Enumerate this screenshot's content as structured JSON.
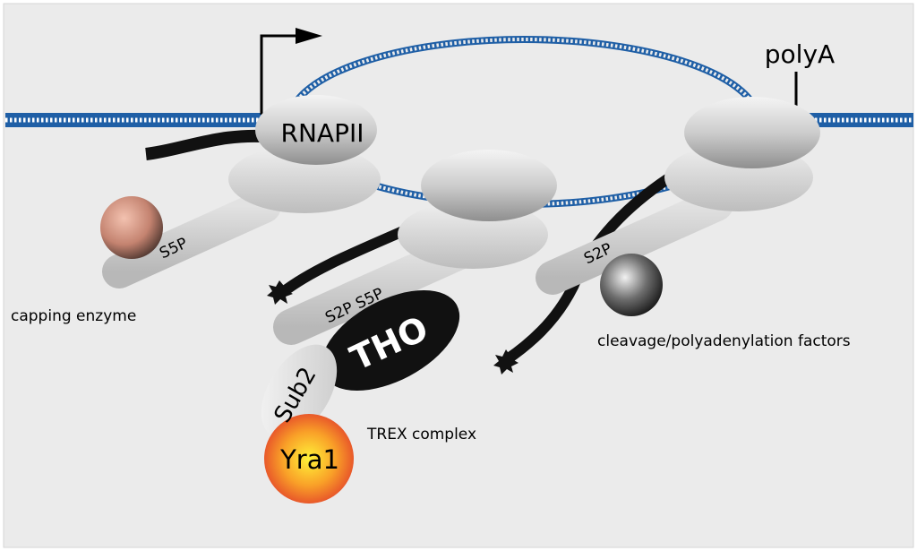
{
  "labels": {
    "rnapii": "RNAPII",
    "polya": "polyA",
    "s5p_first": "S5P",
    "capping_enzyme": "capping enzyme",
    "s2p_s5p": "S2P S5P",
    "tho": "THO",
    "sub2": "Sub2",
    "yra1": "Yra1",
    "trex_complex": "TREX complex",
    "s2p_third": "S2P",
    "cleavage_factors": "cleavage/polyadenylation factors"
  },
  "colors": {
    "background": "#ebebeb",
    "dna": "#1f5fa6",
    "rna": "#111111",
    "polymerase": "#c4c4c4",
    "ctd": "#cfcfcf",
    "capping_enzyme": "#c88a78",
    "tho": "#111111",
    "sub2": "#e6e6e6",
    "yra1": "#f27a20",
    "cleavage_factor": "#444444"
  }
}
